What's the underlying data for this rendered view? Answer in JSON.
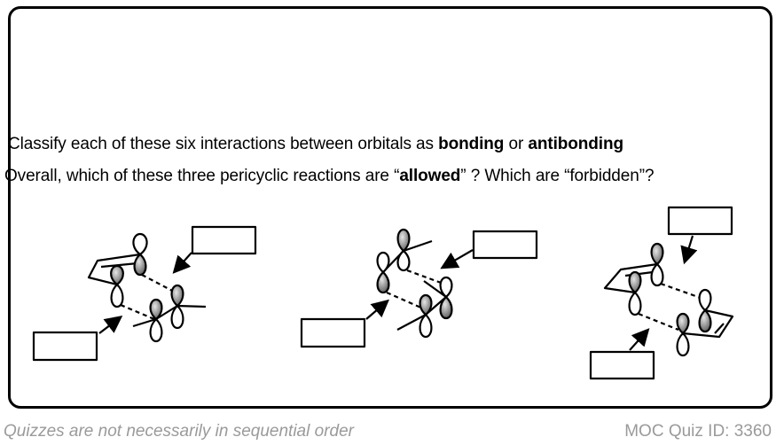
{
  "question": {
    "line1": {
      "part1": "Classify each of these six interactions between orbitals as ",
      "bonding": "bonding",
      "or": " or ",
      "antibonding": "antibonding"
    },
    "line2": {
      "part1": "Overall, which of these three pericyclic reactions are “",
      "allowed": "allowed",
      "part2": "” ? Which are “forbidden”?"
    }
  },
  "answer_boxes": [
    {
      "reaction": 1,
      "value": ""
    },
    {
      "reaction": 1,
      "value": ""
    },
    {
      "reaction": 2,
      "value": ""
    },
    {
      "reaction": 2,
      "value": ""
    },
    {
      "reaction": 3,
      "value": ""
    },
    {
      "reaction": 3,
      "value": ""
    }
  ],
  "footer": {
    "note": "Quizzes are not necessarily in sequential order",
    "quiz_id": "MOC Quiz ID: 3360"
  },
  "colors": {
    "border": "#000000",
    "footer_text": "#9a9a9a",
    "lobe_shaded": "#8c8c8c"
  }
}
